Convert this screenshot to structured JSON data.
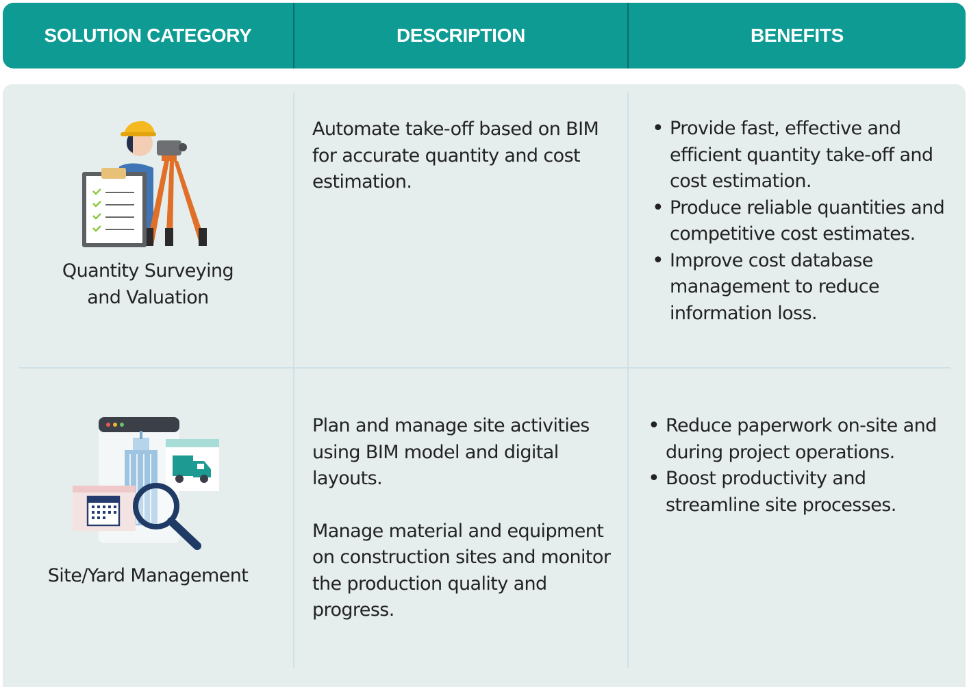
{
  "header": {
    "col1": "SOLUTION CATEGORY",
    "col2": "DESCRIPTION",
    "col3": "BENEFITS"
  },
  "rows": [
    {
      "category": "Quantity Surveying and Valuation",
      "category_lines": [
        "Quantity Surveying",
        "and Valuation"
      ],
      "icon": "surveyor-with-theodolite-and-checklist-icon",
      "description": [
        "Automate take-off based on BIM for accurate quantity and cost estimation."
      ],
      "benefits": [
        "Provide fast, effective and efficient quantity take-off and cost estimation.",
        "Produce reliable quantities and competitive cost estimates.",
        "Improve cost database management to reduce information loss."
      ]
    },
    {
      "category": "Site/Yard Management",
      "category_lines": [
        "Site/Yard Management"
      ],
      "icon": "site-management-windows-with-building-truck-calendar-magnifier-icon",
      "description": [
        "Plan and manage site activities using BIM model and digital layouts.",
        "Manage material and equipment on construction sites and monitor the production quality and progress."
      ],
      "benefits": [
        "Reduce paperwork on-site and during project operations.",
        "Boost productivity and streamline site processes."
      ]
    }
  ],
  "colors": {
    "header_bg": "#0e9b93",
    "header_divider": "#0a6f69",
    "body_bg": "#e6eeed",
    "grid_line": "#cfe0e6",
    "text": "#222222"
  }
}
